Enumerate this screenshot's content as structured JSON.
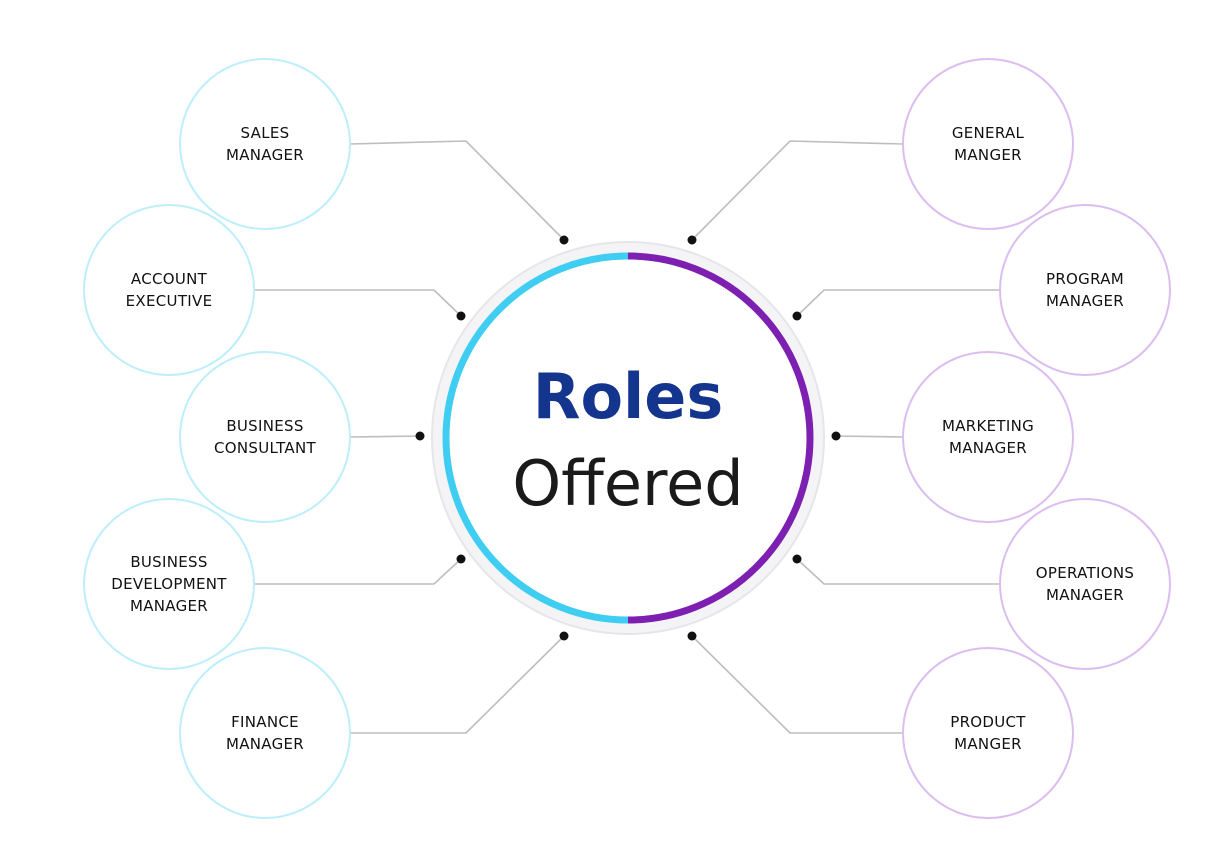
{
  "center": {
    "title_line1": "Roles",
    "title_line2": "Offered",
    "left_arc_color": "#40cdf2",
    "right_arc_color": "#7d1fb0"
  },
  "colors": {
    "left_circle_stroke": "#bdeefb",
    "right_circle_stroke": "#dcbdf0",
    "connector": "#bdbdbd",
    "dot": "#111111"
  },
  "roles": {
    "left": [
      {
        "lines": [
          "SALES",
          "MANAGER"
        ]
      },
      {
        "lines": [
          "ACCOUNT",
          "EXECUTIVE"
        ]
      },
      {
        "lines": [
          "BUSINESS",
          "CONSULTANT"
        ]
      },
      {
        "lines": [
          "BUSINESS",
          "DEVELOPMENT",
          "MANAGER"
        ]
      },
      {
        "lines": [
          "FINANCE",
          "MANAGER"
        ]
      }
    ],
    "right": [
      {
        "lines": [
          "GENERAL",
          "MANGER"
        ]
      },
      {
        "lines": [
          "PROGRAM",
          "MANAGER"
        ]
      },
      {
        "lines": [
          "MARKETING",
          "MANAGER"
        ]
      },
      {
        "lines": [
          "OPERATIONS",
          "MANAGER"
        ]
      },
      {
        "lines": [
          "PRODUCT",
          "MANGER"
        ]
      }
    ]
  }
}
